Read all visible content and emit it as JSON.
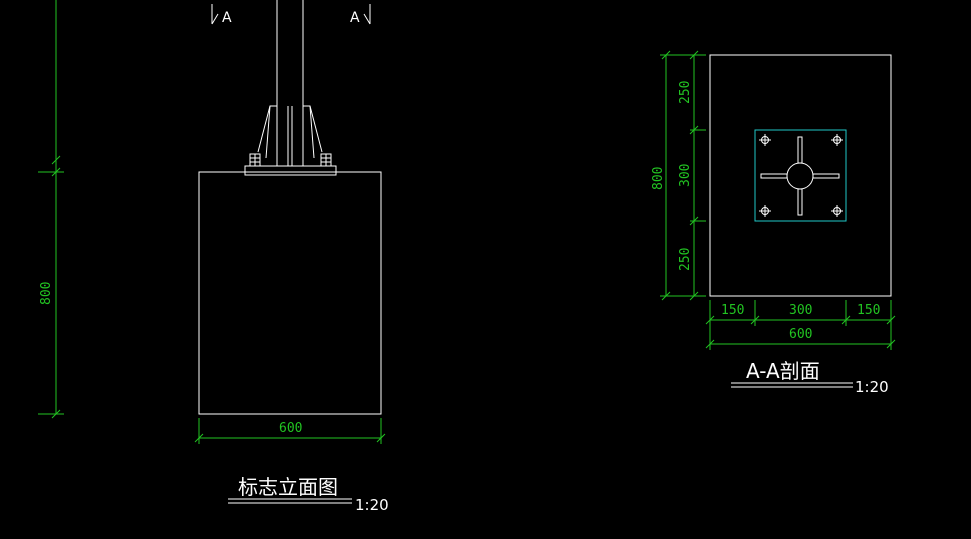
{
  "elevation": {
    "section_marker_left": "A",
    "section_marker_right": "A",
    "dim_height_main": "800",
    "dim_width": "600",
    "title": "标志立面图",
    "scale": "1:20"
  },
  "section_view": {
    "dim_height_total": "800",
    "dim_top": "250",
    "dim_middle": "300",
    "dim_bottom": "250",
    "dim_left": "150",
    "dim_center": "300",
    "dim_right": "150",
    "dim_width_total": "600",
    "title": "A-A剖面",
    "scale": "1:20"
  },
  "colors": {
    "background": "#000000",
    "dimension": "#22c322",
    "outline": "#ffffff",
    "plate": "#20c8c8"
  }
}
